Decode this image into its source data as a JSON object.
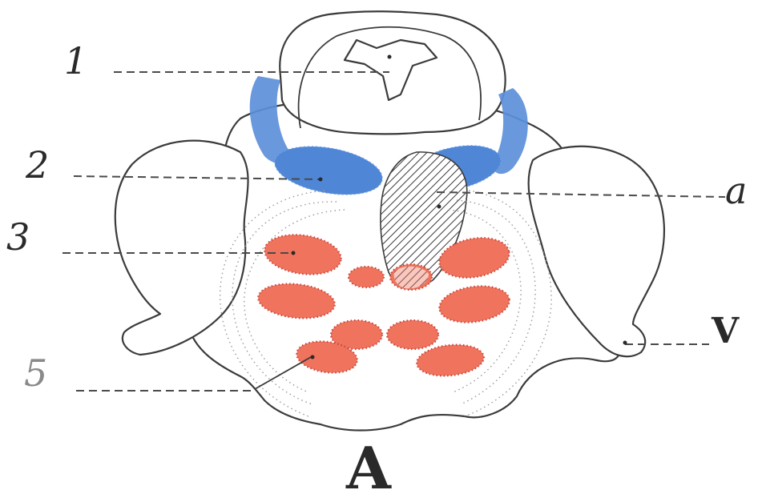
{
  "figure": {
    "caption": "A",
    "labels": {
      "l1": "1",
      "l2": "2",
      "l3": "3",
      "l5": "5",
      "la": "a",
      "lV": "V"
    },
    "colors": {
      "blue_region": "#4f86d6",
      "red_nuclei": "#f0735d",
      "outline": "#3b3b3b"
    }
  }
}
